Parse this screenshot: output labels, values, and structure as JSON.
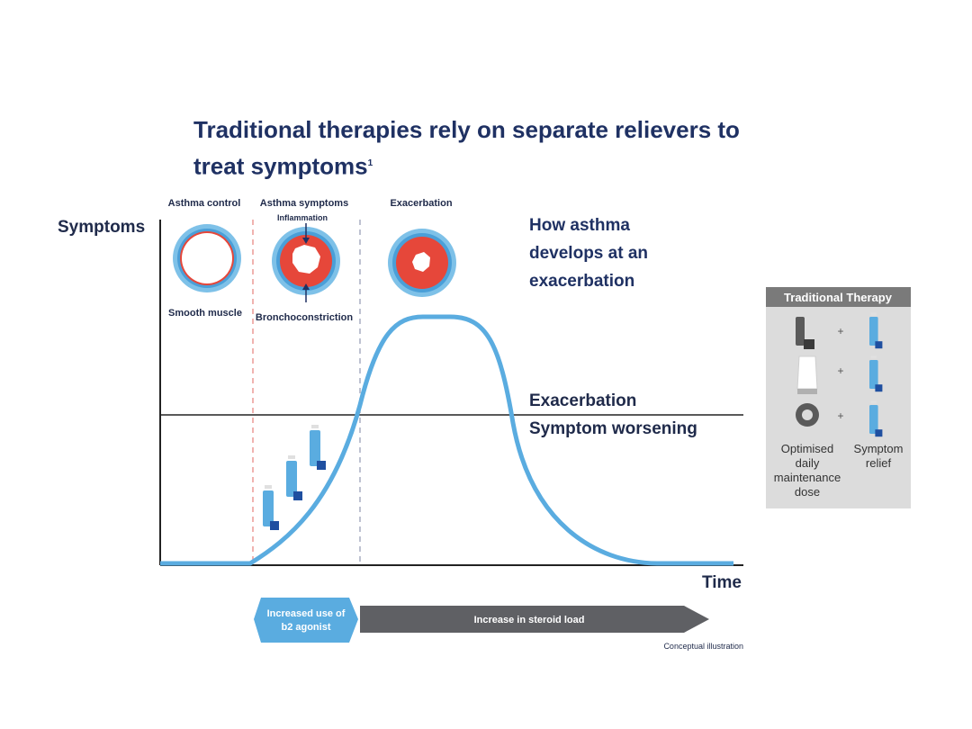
{
  "title": "Traditional therapies rely on separate relievers to treat symptoms",
  "title_ref": "1",
  "axes": {
    "y_label": "Symptoms",
    "x_label": "Time"
  },
  "stages": [
    {
      "label": "Asthma control",
      "annotation_bottom": "Smooth muscle"
    },
    {
      "label": "Asthma symptoms",
      "annotation_top": "Inflammation",
      "annotation_bottom": "Bronchoconstriction"
    },
    {
      "label": "Exacerbation"
    }
  ],
  "side_note": [
    "How asthma",
    "develops at an",
    "exacerbation"
  ],
  "threshold": {
    "above_label": "Exacerbation",
    "below_label": "Symptom worsening"
  },
  "bottom_bar": {
    "b2_line1": "Increased use of",
    "b2_line2": "b2 agonist",
    "steroid": "Increase in steroid load",
    "footnote": "Conceptual illustration"
  },
  "therapy_panel": {
    "header": "Traditional Therapy",
    "plus": "+",
    "left_caption": [
      "Optimised",
      "daily",
      "maintenance",
      "dose"
    ],
    "right_caption": [
      "Symptom",
      "relief"
    ]
  },
  "colors": {
    "navy": "#1f3163",
    "curve": "#5aace0",
    "red": "#e6473a",
    "panel_bg": "#dcdcdc",
    "panel_header": "#7a7a7a",
    "arrow_gray": "#5f6064"
  }
}
